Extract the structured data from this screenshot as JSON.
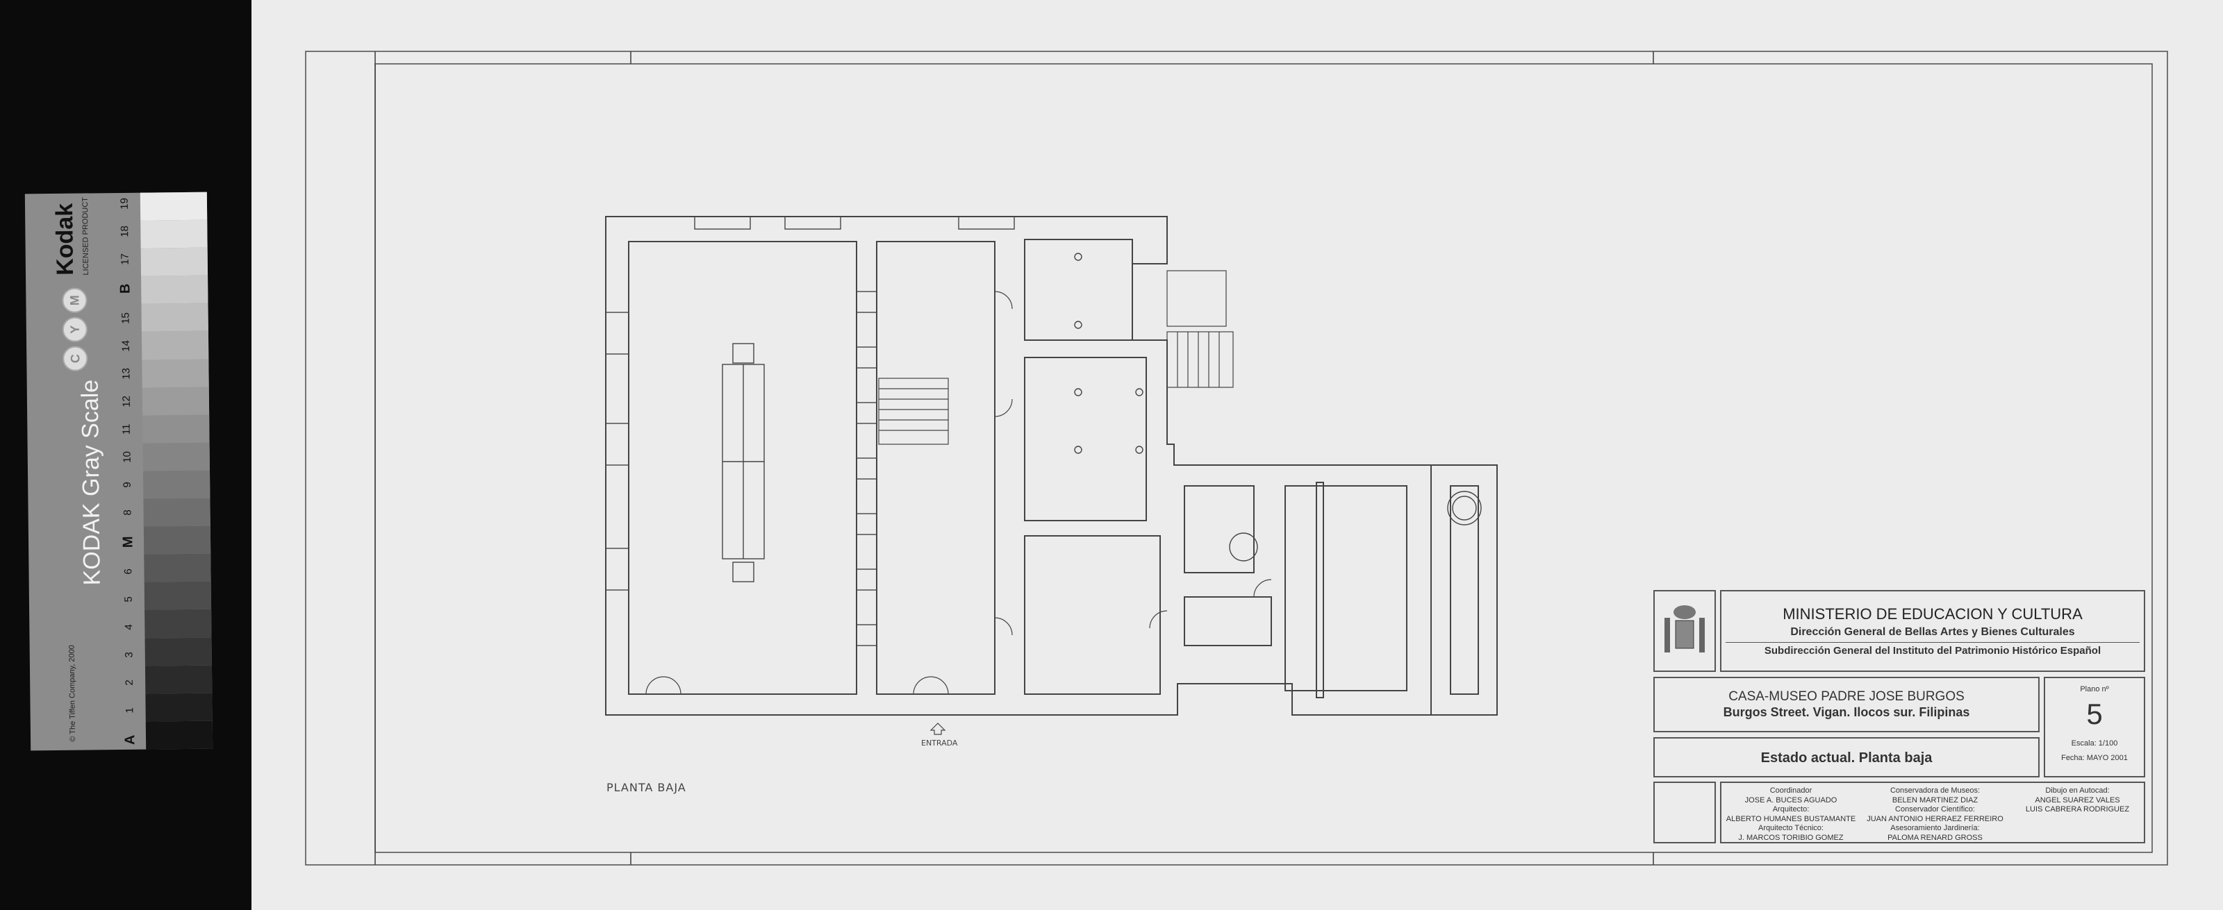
{
  "gray_scale_card": {
    "title": "KODAK Gray Scale",
    "brand": "Kodak",
    "licensed": "LICENSED PRODUCT",
    "copyright": "© The Tiffen Company, 2000",
    "cmy": [
      "C",
      "Y",
      "M"
    ],
    "scale_labels": [
      "A",
      "1",
      "2",
      "3",
      "4",
      "5",
      "6",
      "M",
      "8",
      "9",
      "10",
      "11",
      "12",
      "13",
      "14",
      "15",
      "B",
      "17",
      "18",
      "19"
    ]
  },
  "drawing": {
    "plan_label": "PLANTA BAJA",
    "entrance_label": "ENTRADA"
  },
  "title_block": {
    "ministry": "MINISTERIO DE EDUCACION Y CULTURA",
    "direction": "Dirección General de Bellas Artes y Bienes Culturales",
    "subdirection": "Subdirección General del Instituto del Patrimonio Histórico Español",
    "project": "CASA-MUSEO PADRE JOSE BURGOS",
    "address": "Burgos Street. Vigan. Ilocos sur. Filipinas",
    "sheet_title": "Estado actual. Planta baja",
    "plano_label": "Plano nº",
    "plano_number": "5",
    "scale": "Escala: 1/100",
    "date": "Fecha: MAYO 2001",
    "credits": [
      [
        "Coordinador",
        "JOSE A. BUCES AGUADO",
        "Arquitecto:",
        "ALBERTO HUMANES BUSTAMANTE",
        "Arquitecto Técnico:",
        "J. MARCOS TORIBIO GOMEZ"
      ],
      [
        "Conservadora de Museos:",
        "BELEN MARTINEZ DIAZ",
        "Conservador Científico:",
        "JUAN ANTONIO HERRAEZ FERREIRO",
        "Asesoramiento Jardinería:",
        "PALOMA RENARD GROSS"
      ],
      [
        "Dibujo en Autocad:",
        "ANGEL SUAREZ VALES",
        "LUIS CABRERA RODRIGUEZ"
      ]
    ]
  }
}
